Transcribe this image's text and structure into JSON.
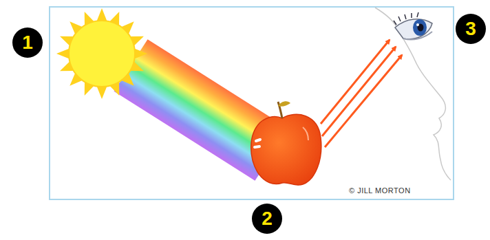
{
  "diagram": {
    "labels": [
      "1",
      "2",
      "3",
      "© JILL MORTON"
    ]
  }
}
